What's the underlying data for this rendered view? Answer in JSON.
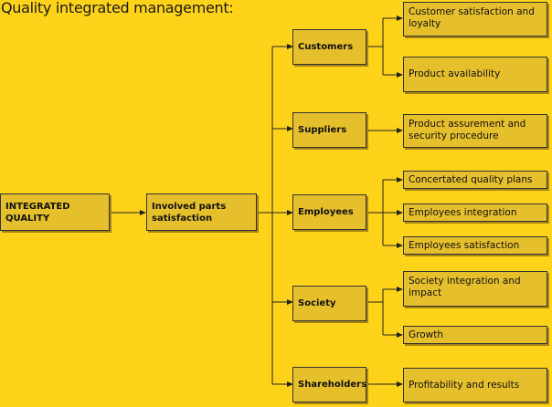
{
  "title": "Quality integrated management:",
  "root": "INTEGRATED QUALITY",
  "mid": "Involved parts satisfaction",
  "parts": {
    "customers": "Customers",
    "suppliers": "Suppliers",
    "employees": "Employees",
    "society": "Society",
    "shareholders": "Shareholders"
  },
  "outcomes": {
    "customer_satisfaction": "Customer satisfaction and loyalty",
    "product_availability": "Product availability",
    "product_assurement": "Product assurement and security procedure",
    "concertated_quality": "Concertated quality plans",
    "employees_integration": "Employees integration",
    "employees_satisfaction": "Employees satisfaction",
    "society_integration": "Society integration and impact",
    "growth": "Growth",
    "profitability": "Profitability and results"
  },
  "colors": {
    "background": "#ffd31a",
    "box_fill": "#e6bf2d",
    "box_shadow": "#a68514",
    "line": "#222222"
  }
}
